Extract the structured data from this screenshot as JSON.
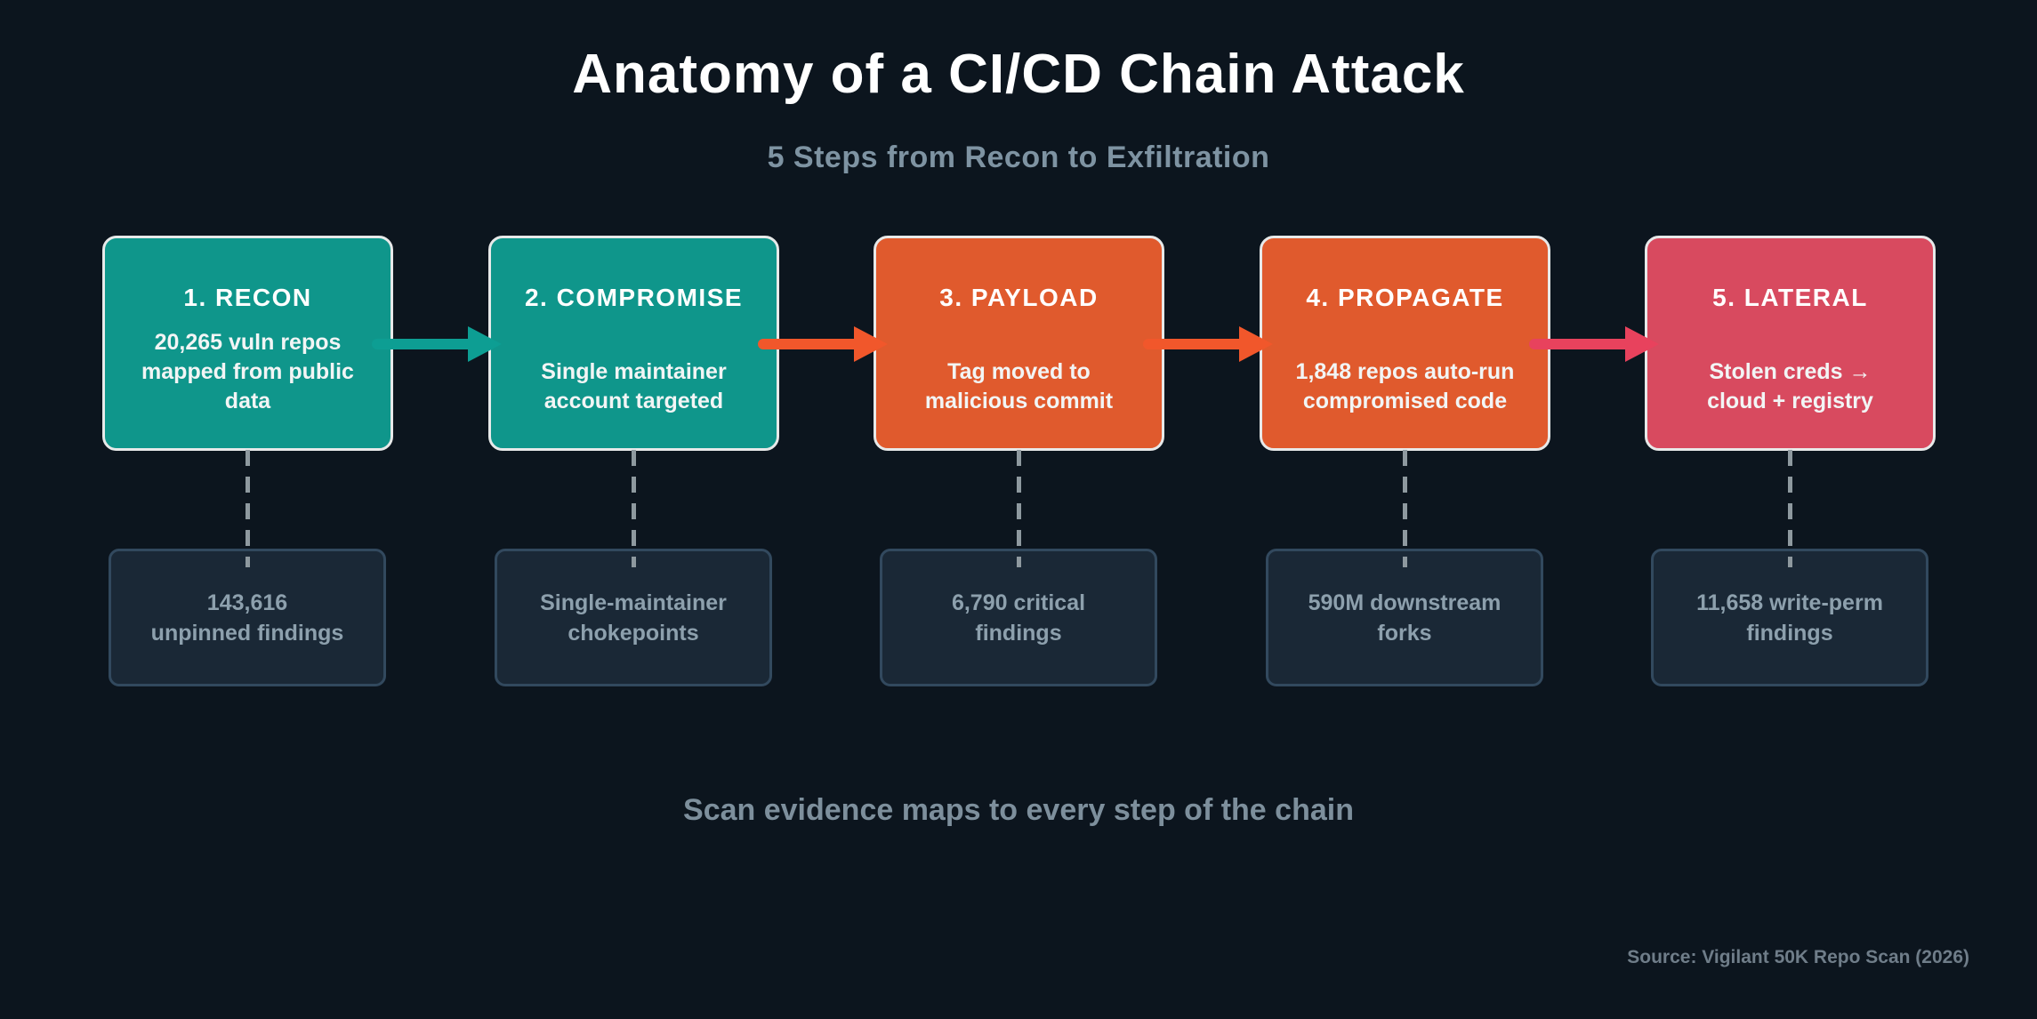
{
  "title": "Anatomy of a CI/CD Chain Attack",
  "subtitle": "5 Steps from Recon to Exfiltration",
  "tagline": "Scan evidence maps to every step of the chain",
  "source": "Source: Vigilant 50K Repo Scan (2026)",
  "colors": {
    "background": "#0c151e",
    "step_teal": "#0f968b",
    "step_orange": "#e05a2d",
    "step_crimson": "#d84a5f",
    "step_border": "#e7e9e9",
    "arrow_teal": "#0d9e93",
    "arrow_orange": "#f1572b",
    "arrow_crimson": "#e8425d",
    "evidence_fill": "#1a2836",
    "evidence_border": "#32495e",
    "evidence_text": "#8da0ad",
    "subtitle_text": "#7e93a2",
    "connector_gray": "#8e999f"
  },
  "steps": [
    {
      "title": "1. RECON",
      "desc_line1": "20,265 vuln repos",
      "desc_line2": "mapped from public data",
      "color": "#0f968b",
      "evidence_line1": "143,616",
      "evidence_line2": "unpinned findings"
    },
    {
      "title": "2. COMPROMISE",
      "desc_line1": "Single maintainer",
      "desc_line2": "account targeted",
      "color": "#0f968b",
      "evidence_line1": "Single-maintainer",
      "evidence_line2": "chokepoints"
    },
    {
      "title": "3. PAYLOAD",
      "desc_line1": "Tag moved to",
      "desc_line2": "malicious commit",
      "color": "#e05a2d",
      "evidence_line1": "6,790 critical",
      "evidence_line2": "findings"
    },
    {
      "title": "4. PROPAGATE",
      "desc_line1": "1,848 repos auto-run",
      "desc_line2": "compromised code",
      "color": "#e05a2d",
      "evidence_line1": "590M downstream",
      "evidence_line2": "forks"
    },
    {
      "title": "5. LATERAL",
      "desc_line1": "Stolen creds →",
      "desc_line2": "cloud + registry",
      "color": "#d84a5f",
      "evidence_line1": "11,658 write-perm",
      "evidence_line2": "findings"
    }
  ],
  "arrows": [
    {
      "color": "#0d9e93"
    },
    {
      "color": "#f1572b"
    },
    {
      "color": "#f1572b"
    },
    {
      "color": "#e8425d"
    }
  ]
}
